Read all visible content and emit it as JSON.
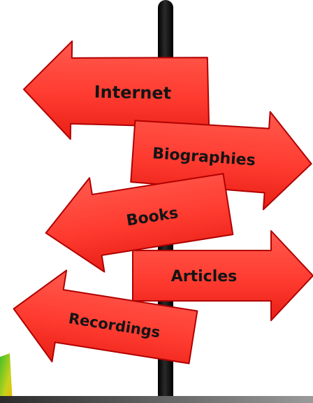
{
  "signs": [
    {
      "label": "Internet",
      "direction": "left"
    },
    {
      "label": "Biographies",
      "direction": "right"
    },
    {
      "label": "Books",
      "direction": "left"
    },
    {
      "label": "Articles",
      "direction": "right"
    },
    {
      "label": "Recordings",
      "direction": "left"
    }
  ],
  "colors": {
    "arrow_fill": "#ff3b30",
    "arrow_stroke": "#b00000",
    "pole": "#111111",
    "text": "#141414",
    "background": "#ffffff"
  }
}
